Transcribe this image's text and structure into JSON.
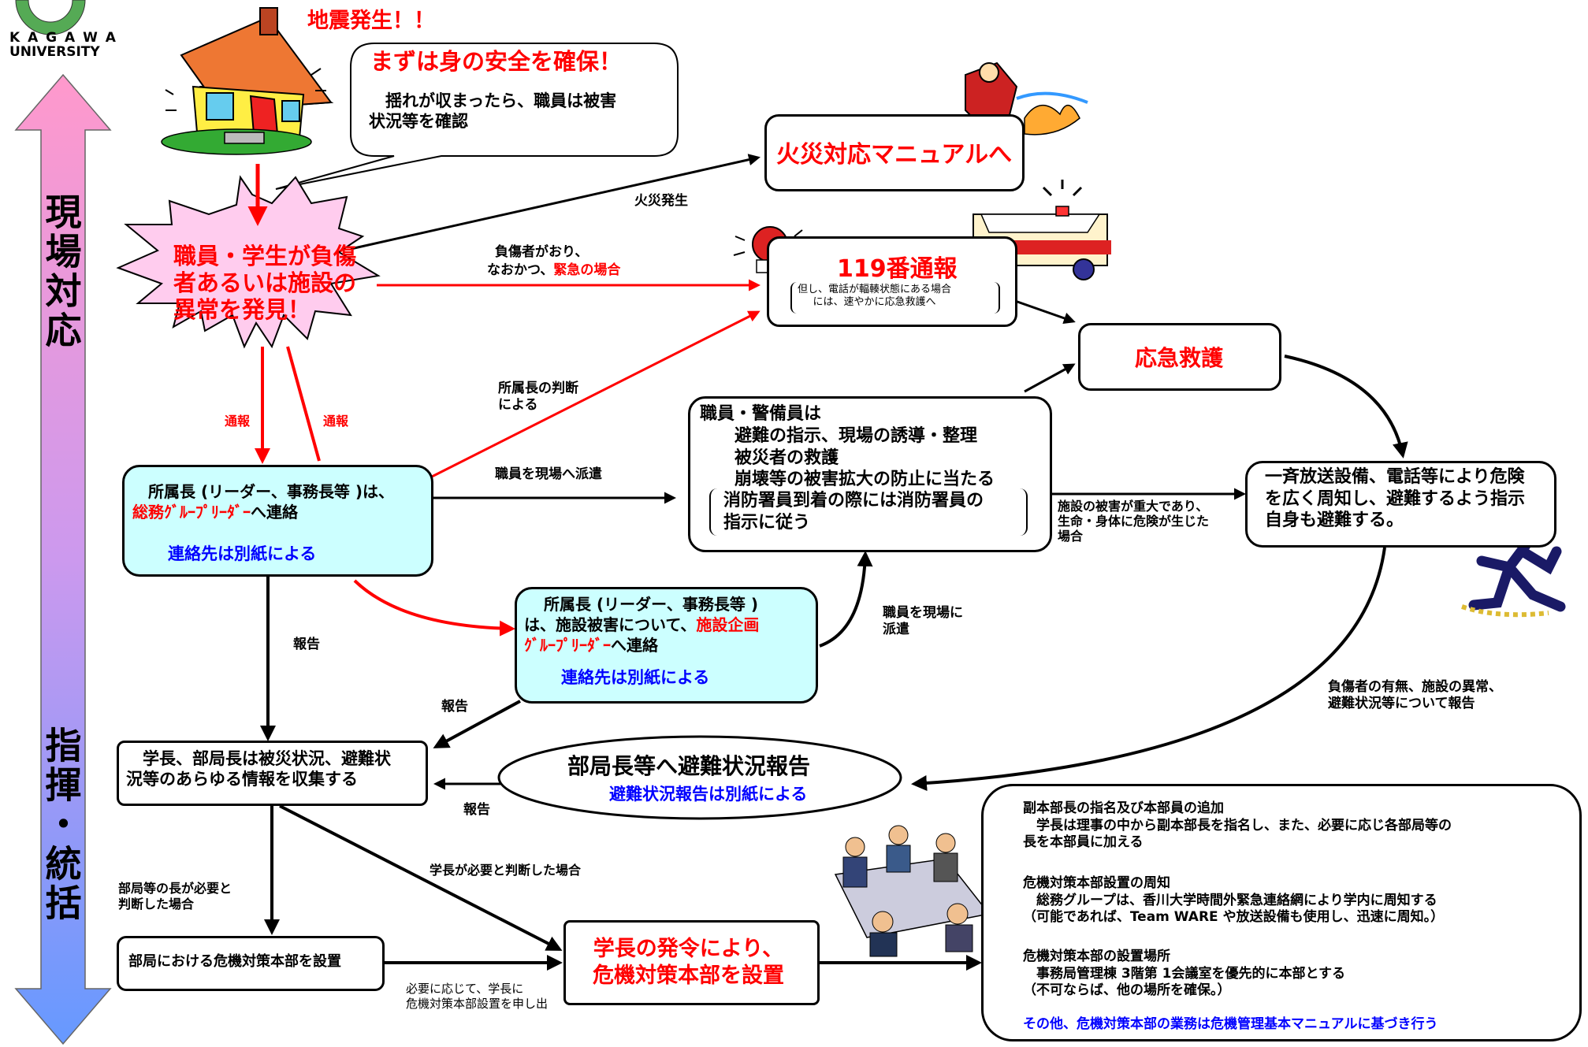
{
  "logo": {
    "line1": "K A G A W A",
    "line2": "UNIVERSITY"
  },
  "side_labels": {
    "top": "現場対応",
    "bottom": "指揮・統括"
  },
  "earthquake": {
    "title": "地震発生！！",
    "bubble_head": "まずは身の安全を確保！",
    "bubble_body": "　揺れが収まったら、職員は被害\n状況等を確認"
  },
  "burst": {
    "text": "職員・学生が負傷\n者あるいは施設の\n異常を発見！"
  },
  "fire_box": {
    "text": "火災対応マニュアルへ"
  },
  "call119": {
    "title": "119番通報",
    "note": "但し、電話が輻輳状態にある場合\nには、速やかに応急救護へ"
  },
  "first_aid": {
    "text": "応急救護"
  },
  "staff_box": {
    "head": "職員・警備員は",
    "body": "　　避難の指示、現場の誘導・整理\n　　被災者の救護\n　　崩壊等の被害拡大の防止に当たる",
    "bracket": "消防署員到着の際には消防署員の\n指示に従う"
  },
  "broadcast_box": {
    "text": "一斉放送設備、電話等により危険\nを広く周知し、避難するよう指示\n自身も避難する。"
  },
  "leader_box1": {
    "line1": "所属長 (リーダー、事務長等 )は、",
    "line2_red": "総務ｸﾞﾙｰﾌﾟﾘｰﾀﾞｰ",
    "line2_rest": "へ連絡",
    "contact": "連絡先は別紙による"
  },
  "leader_box2": {
    "line1": "所属長 (リーダー、事務長等 )",
    "line2_a": "は、施設被害について、",
    "line2_red": "施設企画",
    "line3_red": "ｸﾞﾙｰﾌﾟﾘｰﾀﾞｰ",
    "line3_rest": "へ連絡",
    "contact": "連絡先は別紙による"
  },
  "president_box": {
    "text": "　学長、部局長は被災状況、避難状\n況等のあらゆる情報を収集する"
  },
  "evac_ellipse": {
    "title": "部局長等へ避難状況報告",
    "sub": "避難状況報告は別紙による"
  },
  "dept_box": {
    "text": "部局における危機対策本部を設置"
  },
  "hq_box": {
    "text": "学長の発令により、\n危機対策本部を設置"
  },
  "right_panel": {
    "sec1_head": "副本部長の指名及び本部員の追加",
    "sec1_body": "　学長は理事の中から副本部長を指名し、また、必要に応じ各部局等の\n長を本部員に加える",
    "sec2_head": "危機対策本部設置の周知",
    "sec2_body": "　総務グループは、香川大学時間外緊急連絡網により学内に周知する\n（可能であれば、Team WARE や放送設備も使用し、迅速に周知。）",
    "sec3_head": "危機対策本部の設置場所",
    "sec3_body": "　事務局管理棟 3階第 1会議室を優先的に本部とする\n（不可ならば、他の場所を確保。）",
    "footer": "その他、危機対策本部の業務は危機管理基本マニュアルに基づき行う"
  },
  "labels": {
    "fire": "火災発生",
    "injured_a": "負傷者がおり、",
    "injured_b": "なおかつ、",
    "injured_red": "緊急の場合",
    "judge": "所属長の判断\nによる",
    "tsuho1": "通報",
    "tsuho2": "通報",
    "dispatch1": "職員を現場へ派遣",
    "dispatch2": "職員を現場に\n派遣",
    "serious": "施設の被害が重大であり、\n生命・身体に危険が生じた\n場合",
    "report_r": "負傷者の有無、施設の異常、\n避難状況等について報告",
    "report1": "報告",
    "report2": "報告",
    "report3": "報告",
    "dept_need": "部局等の長が必要と\n判断した場合",
    "pres_need": "学長が必要と判断した場合",
    "request": "必要に応じて、学長に\n危機対策本部設置を申し出"
  },
  "colors": {
    "red": "#ff0000",
    "blue": "#0000ff",
    "cyan_fill": "#ccffff",
    "burst_fill": "#ffccee",
    "arrow_top": "#ff99cc",
    "arrow_bottom": "#6699ff"
  }
}
